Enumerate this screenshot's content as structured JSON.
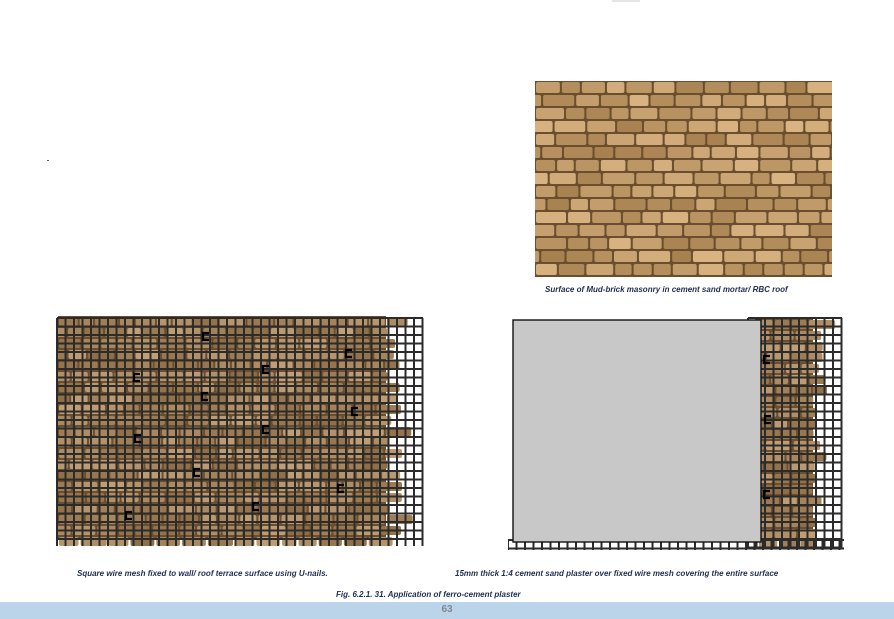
{
  "captions": {
    "masonry": "Surface of Mud-brick masonry in cement sand mortar/ RBC roof",
    "mesh_left": "Square  wire mesh fixed to wall/ roof terrace surface using U-nails.",
    "mesh_right": "15mm thick 1:4 cement sand plaster over fixed wire mesh covering the entire surface",
    "figure": "Fig. 6.2.1. 31. Application of ferro-cement plaster"
  },
  "footer": {
    "page_number": "63",
    "band_color": "#bcd4ea"
  },
  "colors": {
    "brick": "#c09a68",
    "mortar": "#6b4e2d",
    "mesh": "#2b2b2b",
    "plaster": "#c8c8c8"
  }
}
